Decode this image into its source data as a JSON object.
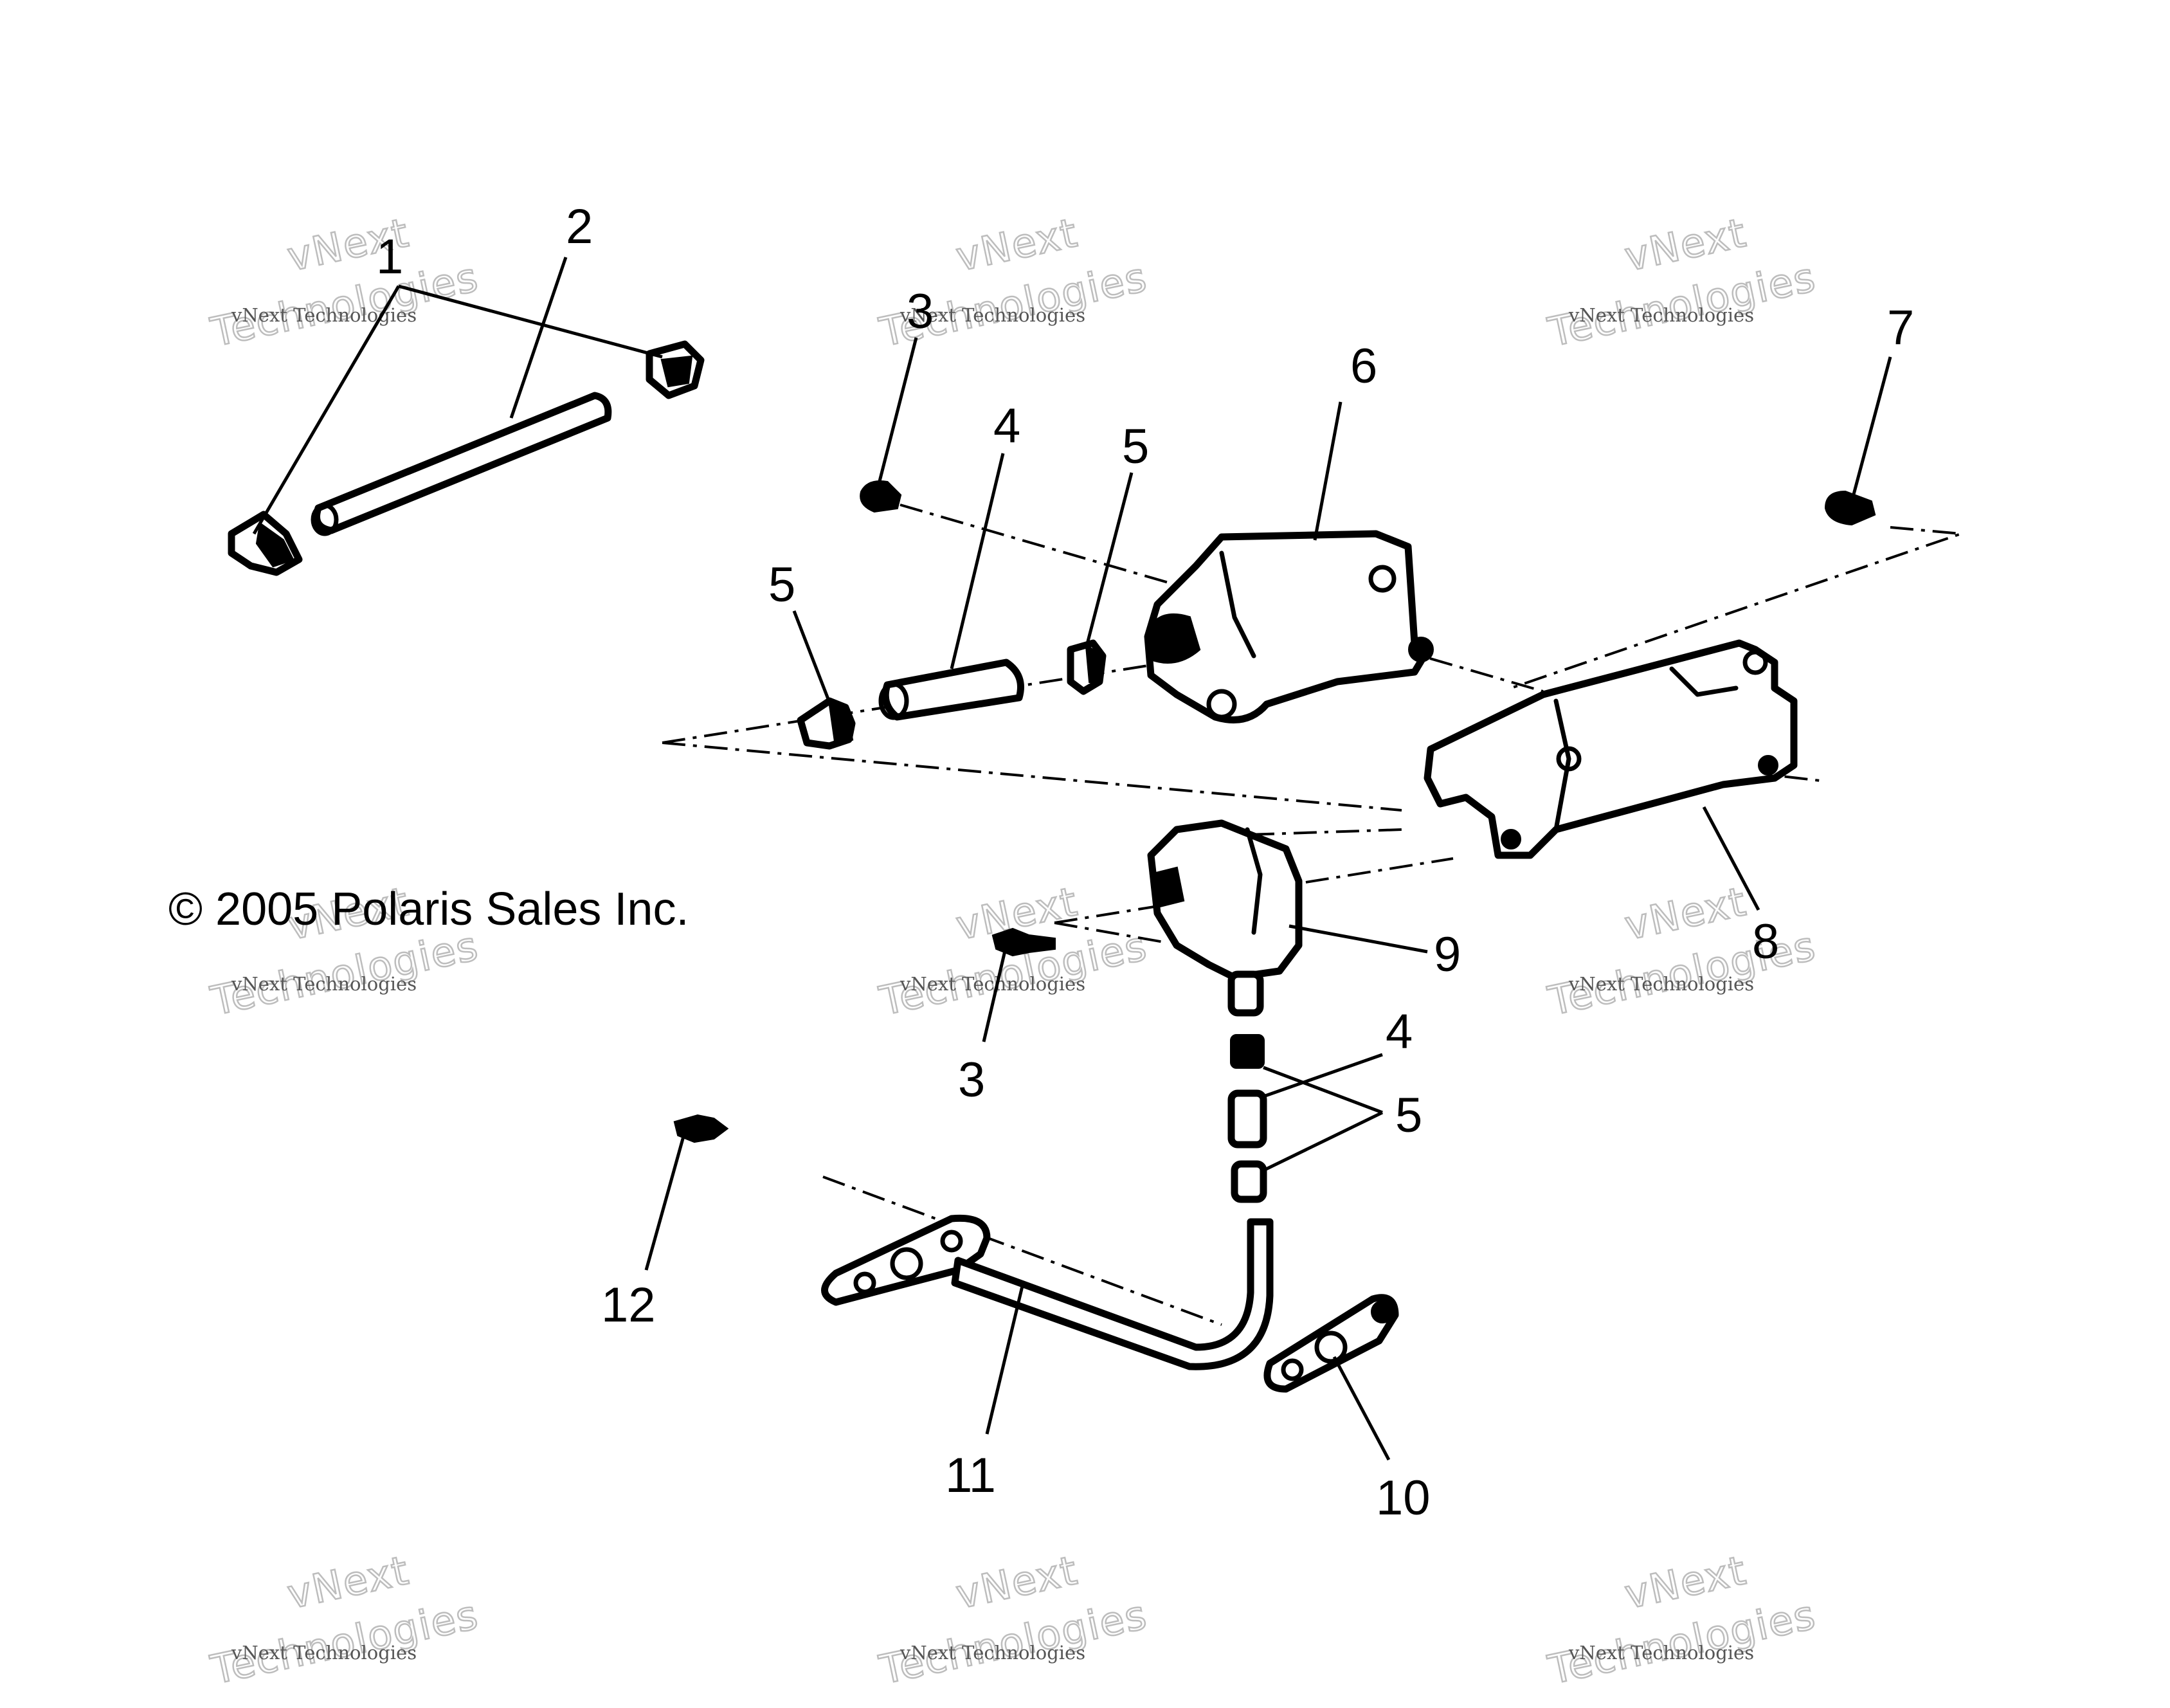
{
  "copyright": "© 2005 Polaris Sales Inc.",
  "watermark": {
    "line1": "vNext Technologies",
    "line2": "Technologies",
    "line3": "vNext"
  },
  "callouts": {
    "c1": "1",
    "c2": "2",
    "c3a": "3",
    "c3b": "3",
    "c4a": "4",
    "c4b": "4",
    "c5a": "5",
    "c5b": "5",
    "c5c": "5",
    "c6": "6",
    "c7": "7",
    "c8": "8",
    "c9": "9",
    "c10": "10",
    "c11": "11",
    "c12": "12"
  }
}
